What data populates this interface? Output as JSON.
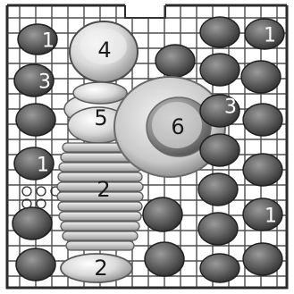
{
  "diagram": {
    "labels": {
      "cups_left_top": "1",
      "glasses_left": "3",
      "bowl_top": "4",
      "cups_stack": "5",
      "plate": "6",
      "cups_right_top": "1",
      "glasses_right": "3",
      "cups_left_mid": "1",
      "plates_rack": "2",
      "cups_right_mid": "1",
      "dish_bottom": "2"
    },
    "colors": {
      "rack_wire": "#2a2a2a",
      "item_light": "#e6e6e6",
      "item_mid": "#8c8c8c",
      "item_dark": "#4a4a4a",
      "plate_rim": "#dcdcdc"
    }
  }
}
